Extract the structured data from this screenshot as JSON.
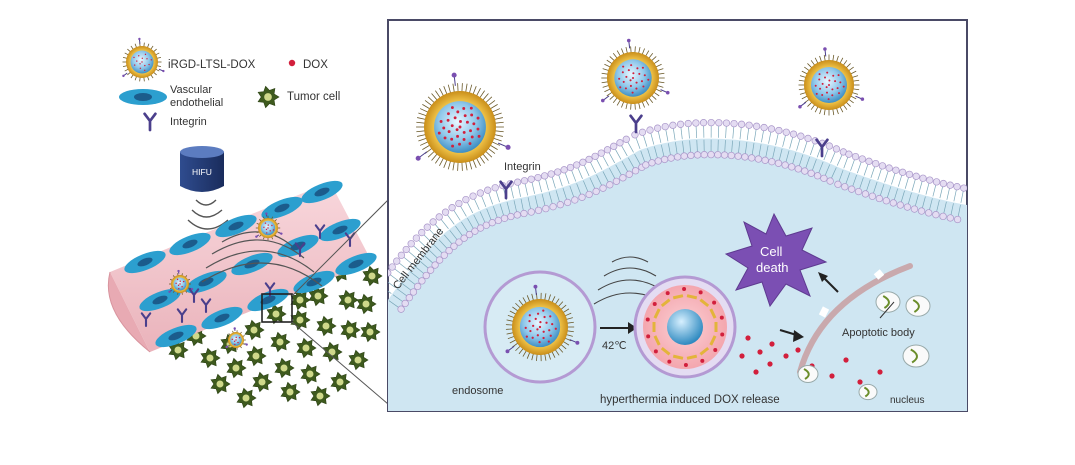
{
  "legend": {
    "nanoparticle_label": "iRGD-LTSL-DOX",
    "dox_label": "DOX",
    "vascular_label_line1": "Vascular",
    "vascular_label_line2": "endothelial",
    "tumor_label": "Tumor cell",
    "integrin_label": "Integrin"
  },
  "device": {
    "label": "HIFU"
  },
  "panel": {
    "integrin_label": "Integrin",
    "membrane_label": "Cell membrane",
    "cell_death_line1": "Cell",
    "cell_death_line2": "death",
    "temperature_label": "42℃",
    "apoptotic_label": "Apoptotic body",
    "endosome_label": "endosome",
    "release_label": "hyperthermia induced DOX release",
    "nucleus_label": "nucleus"
  },
  "colors": {
    "panel_border": "#4a4a66",
    "cytoplasm": "#cfe6f2",
    "membrane_head": "#e4dcf2",
    "vessel": "#f3c9cf",
    "endothelial": "#2c9fcf",
    "tumor": "#3e5a1e",
    "dox": "#d21f3c",
    "integrin": "#4b3f8c",
    "cell_death": "#7b4fb3",
    "particle_core": "#8fc7ea",
    "particle_shell": "#e3b43a"
  }
}
